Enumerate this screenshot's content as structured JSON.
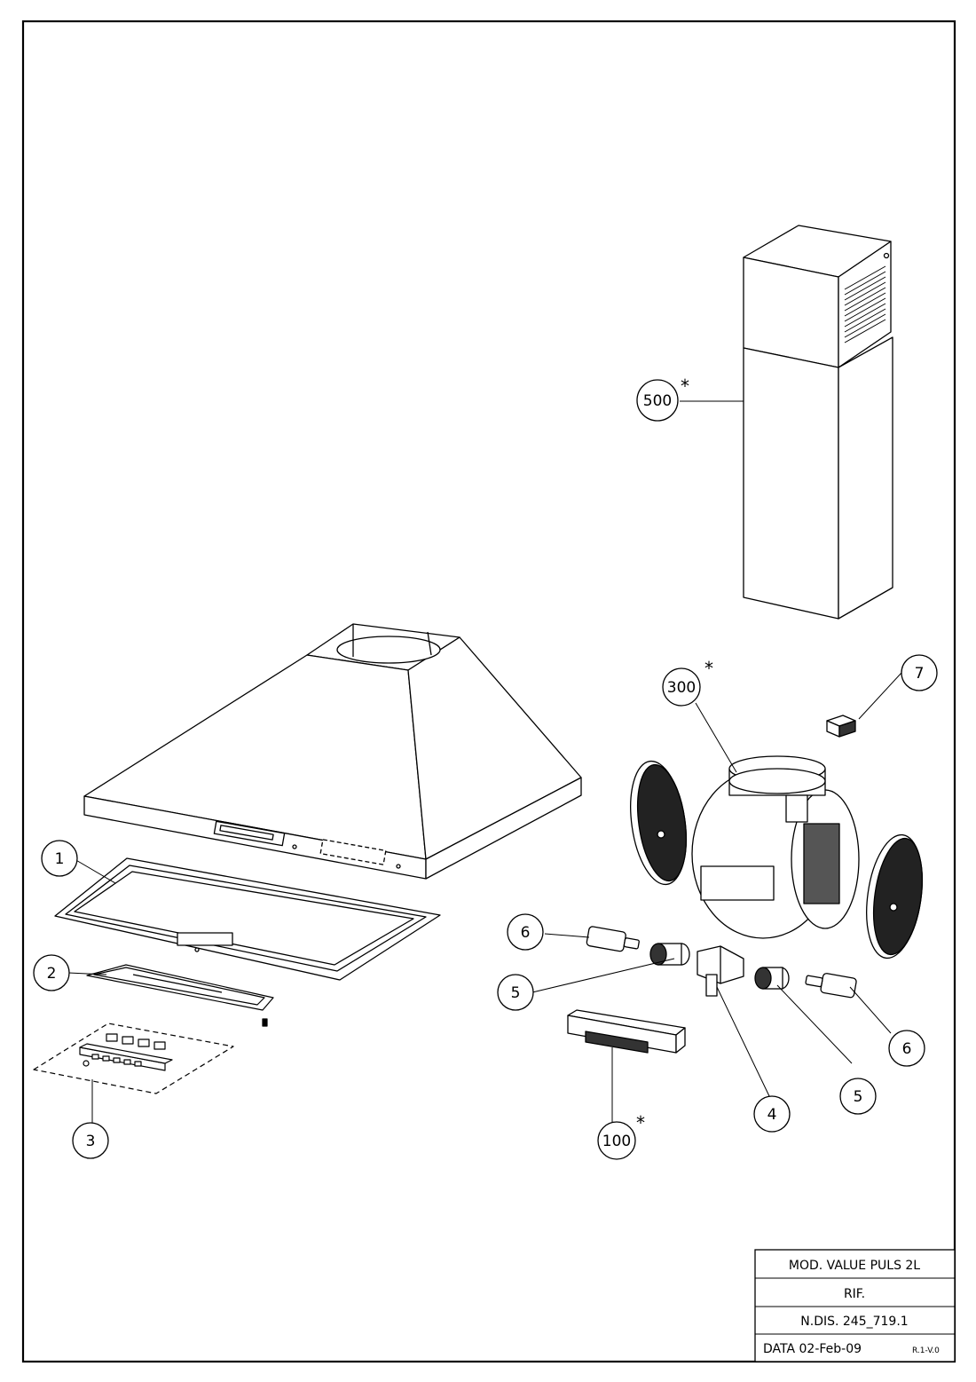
{
  "title_block": {
    "model": "MOD.  VALUE  PULS  2L",
    "rif": "RIF.",
    "drawing_number": "N.DIS.  245_719.1",
    "date": "DATA  02-Feb-09",
    "revision": "R.1-V.0"
  },
  "callouts": [
    {
      "id": "c1",
      "label": "1",
      "part": "grease-filter",
      "starred": false
    },
    {
      "id": "c2",
      "label": "2",
      "part": "control-bracket",
      "starred": false
    },
    {
      "id": "c3",
      "label": "3",
      "part": "push-button-keyboard",
      "starred": false
    },
    {
      "id": "c4",
      "label": "4",
      "part": "lamp-holder-bracket",
      "starred": false
    },
    {
      "id": "c5a",
      "label": "5",
      "part": "lamp-holder",
      "starred": false
    },
    {
      "id": "c5b",
      "label": "5",
      "part": "lamp-holder",
      "starred": false
    },
    {
      "id": "c6a",
      "label": "6",
      "part": "lamp",
      "starred": false
    },
    {
      "id": "c6b",
      "label": "6",
      "part": "lamp",
      "starred": false
    },
    {
      "id": "c7",
      "label": "7",
      "part": "clip",
      "starred": false
    },
    {
      "id": "c100",
      "label": "100",
      "part": "control-module",
      "starred": true
    },
    {
      "id": "c300",
      "label": "300",
      "part": "motor-assembly",
      "starred": true
    },
    {
      "id": "c500",
      "label": "500",
      "part": "chimney",
      "starred": true
    }
  ],
  "star_symbol": "*"
}
